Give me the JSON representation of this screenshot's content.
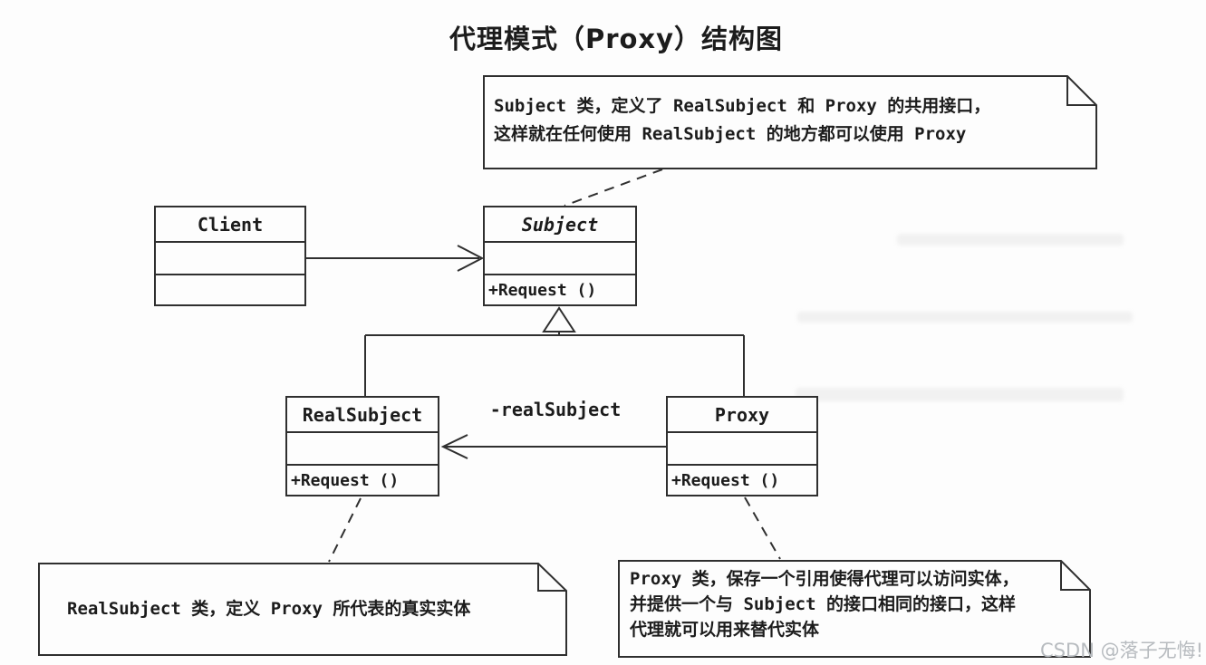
{
  "title": "代理模式（Proxy）结构图",
  "classes": {
    "client": {
      "name": "Client",
      "attributes": "",
      "methods": ""
    },
    "subject": {
      "name": "Subject",
      "attributes": "",
      "methods": "+Request ()"
    },
    "real_subject": {
      "name": "RealSubject",
      "attributes": "",
      "methods": "+Request ()"
    },
    "proxy": {
      "name": "Proxy",
      "attributes": "",
      "methods": "+Request ()"
    }
  },
  "relationships": {
    "association_label": "-realSubject"
  },
  "notes": {
    "subject_note": {
      "lines": [
        "Subject 类，定义了 RealSubject 和 Proxy 的共用接口，",
        "这样就在任何使用 RealSubject 的地方都可以使用 Proxy"
      ]
    },
    "real_subject_note": {
      "lines": [
        "RealSubject 类，定义 Proxy 所代表的真实实体"
      ]
    },
    "proxy_note": {
      "lines": [
        "Proxy 类，保存一个引用使得代理可以访问实体，",
        "并提供一个与 Subject 的接口相同的接口，这样",
        "代理就可以用来替代实体"
      ]
    }
  },
  "watermark": "CSDN @落子无悔!",
  "colors": {
    "line": "#2f2f2f",
    "bg": "#fdfdfd",
    "watermark": "#b7bbbf"
  }
}
